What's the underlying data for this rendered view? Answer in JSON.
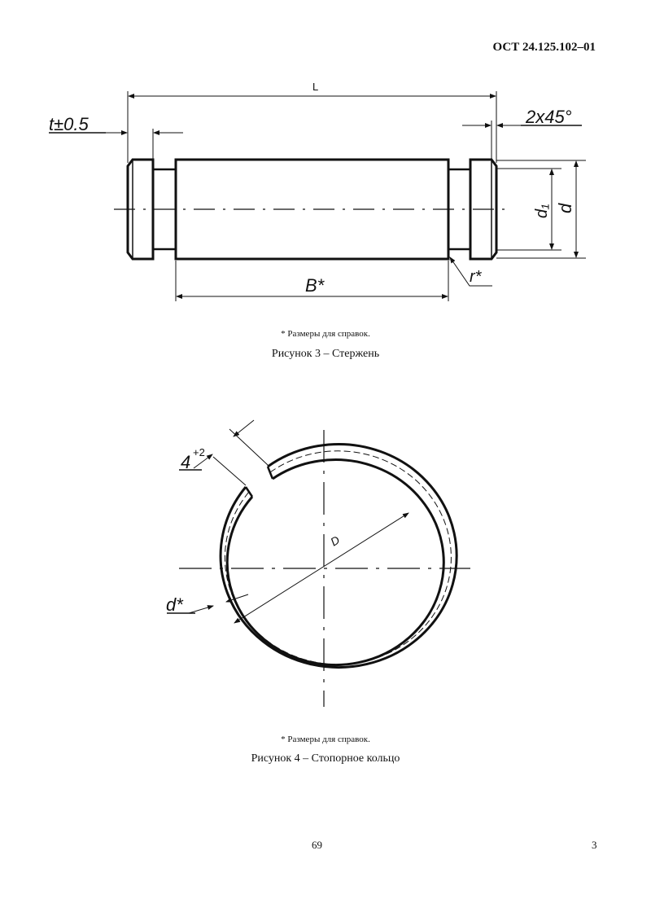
{
  "header": {
    "doc_code": "ОСТ 24.125.102–01"
  },
  "figure3": {
    "labels": {
      "length": "L",
      "offset": "t±0.5",
      "chamfer": "2x45°",
      "width": "B*",
      "radius": "r*",
      "diameter_inner": "d₁",
      "diameter": "d"
    },
    "note": "* Размеры для справок.",
    "caption": "Рисунок 3 – Стержень"
  },
  "figure4": {
    "labels": {
      "gap": "4",
      "gap_tolerance": "+2",
      "diameter": "D",
      "wire": "d*"
    },
    "note": "* Размеры для справок.",
    "caption": "Рисунок 4 – Стопорное кольцо"
  },
  "footer": {
    "center_page": "69",
    "right_page": "3"
  }
}
